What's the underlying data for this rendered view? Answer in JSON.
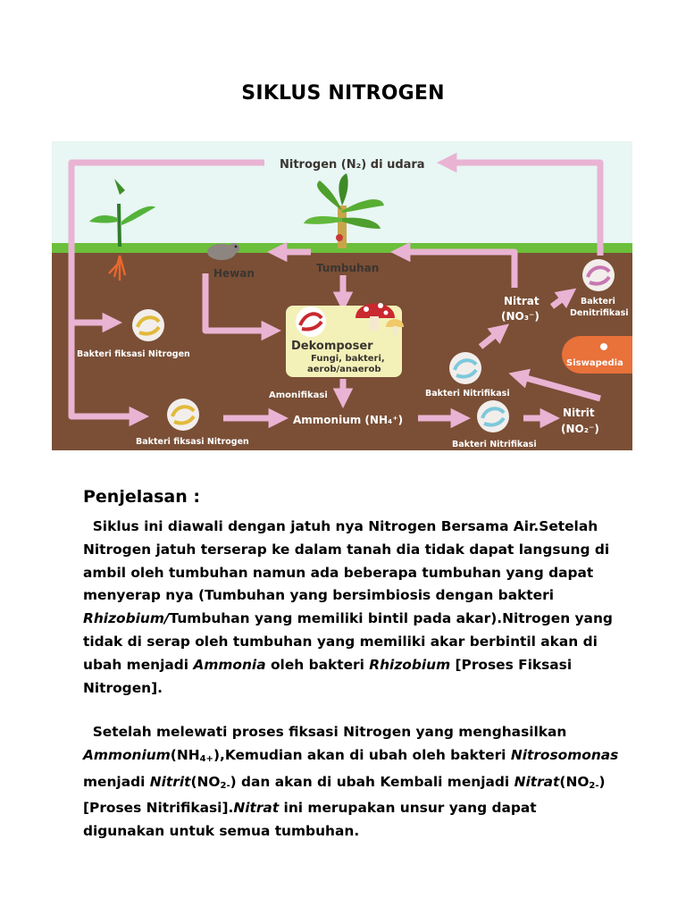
{
  "title": "SIKLUS NITROGEN",
  "diagram": {
    "top_label": "Nitrogen (N₂) di udara",
    "labels": {
      "hewan": "Hewan",
      "tumbuhan": "Tumbuhan",
      "dekomposer": "Dekomposer",
      "dekomposer_sub1": "Fungi, bakteri,",
      "dekomposer_sub2": "aerob/anaerob",
      "amonifikasi": "Amonifikasi",
      "ammonium": "Ammonium (NH₄⁺)",
      "bakteri_fiksasi_1": "Bakteri fiksasi Nitrogen",
      "bakteri_fiksasi_2": "Bakteri fiksasi Nitrogen",
      "nitrat": "Nitrat",
      "nitrat_formula": "(NO₃⁻)",
      "nitrit": "Nitrit",
      "nitrit_formula": "(NO₂⁻)",
      "bakteri_nitrifikasi_1": "Bakteri Nitrifikasi",
      "bakteri_nitrifikasi_2": "Bakteri Nitrifikasi",
      "bakteri_denitrifikasi_1": "Bakteri",
      "bakteri_denitrifikasi_2": "Denitrifikasi",
      "brand": "Siswapedia"
    },
    "colors": {
      "sky": "#e8f6f4",
      "grass": "#6bbf3a",
      "soil": "#7a4f36",
      "arrow": "#e9b3d3",
      "dekomposer_box": "#f3f1b8",
      "brand": "#e9713a"
    }
  },
  "explanation": {
    "heading": "Penjelasan :",
    "p1": {
      "t1": "Siklus ini diawali dengan jatuh nya Nitrogen Bersama Air.Setelah Nitrogen jatuh terserap ke dalam tanah dia tidak dapat langsung di ambil oleh tumbuhan namun ada beberapa tumbuhan yang dapat menyerap nya (Tumbuhan yang bersimbiosis dengan bakteri ",
      "i1": "Rhizobium/",
      "t2": "Tumbuhan yang memiliki bintil pada akar).Nitrogen yang tidak di serap oleh tumbuhan yang memiliki akar berbintil akan di ubah menjadi ",
      "i2": "Ammonia",
      "t3": " oleh bakteri ",
      "i3": "Rhizobium",
      "t4": " [Proses Fiksasi Nitrogen]."
    },
    "p2": {
      "t1": "Setelah melewati proses fiksasi Nitrogen yang menghasilkan ",
      "i1": "Ammonium",
      "t2": "(NH",
      "s1": "4+",
      "t3": "),Kemudian akan di ubah oleh bakteri ",
      "i2": "Nitrosomonas",
      "t4": " menjadi ",
      "i3": "Nitrit",
      "t5": "(NO",
      "s2": "2-",
      "t6": ") dan akan di ubah Kembali menjadi ",
      "i4": "Nitrat",
      "t7": "(NO",
      "s3": "2-",
      "t8": ")[Proses Nitrifikasi].",
      "i5": "Nitrat",
      "t9": " ini merupakan unsur yang dapat digunakan untuk semua tumbuhan."
    }
  }
}
